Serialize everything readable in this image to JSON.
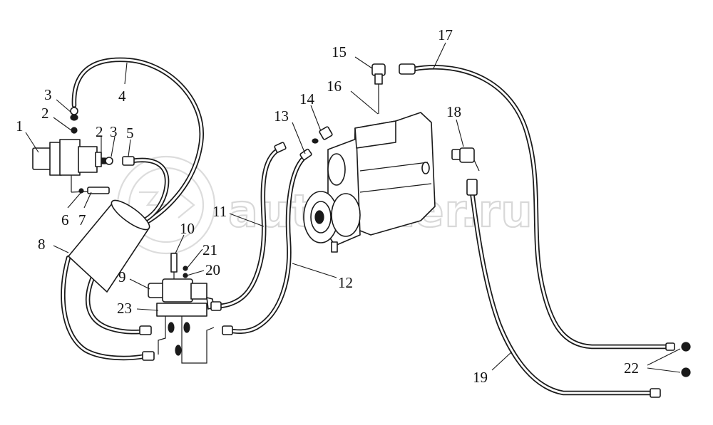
{
  "callouts": [
    {
      "id": "1",
      "text": "1"
    },
    {
      "id": "2a",
      "text": "2"
    },
    {
      "id": "3a",
      "text": "3"
    },
    {
      "id": "4",
      "text": "4"
    },
    {
      "id": "2b",
      "text": "2"
    },
    {
      "id": "3b",
      "text": "3"
    },
    {
      "id": "5",
      "text": "5"
    },
    {
      "id": "6",
      "text": "6"
    },
    {
      "id": "7",
      "text": "7"
    },
    {
      "id": "8",
      "text": "8"
    },
    {
      "id": "9",
      "text": "9"
    },
    {
      "id": "10",
      "text": "10"
    },
    {
      "id": "11",
      "text": "11"
    },
    {
      "id": "12",
      "text": "12"
    },
    {
      "id": "13",
      "text": "13"
    },
    {
      "id": "14",
      "text": "14"
    },
    {
      "id": "15",
      "text": "15"
    },
    {
      "id": "16",
      "text": "16"
    },
    {
      "id": "17",
      "text": "17"
    },
    {
      "id": "18",
      "text": "18"
    },
    {
      "id": "19",
      "text": "19"
    },
    {
      "id": "20",
      "text": "20"
    },
    {
      "id": "21",
      "text": "21"
    },
    {
      "id": "22",
      "text": "22"
    },
    {
      "id": "23",
      "text": "23"
    }
  ],
  "watermark": {
    "text": "autopiter.ru",
    "color": "#d8d8d8"
  },
  "colors": {
    "line": "#1a1a1a",
    "background": "#ffffff"
  }
}
